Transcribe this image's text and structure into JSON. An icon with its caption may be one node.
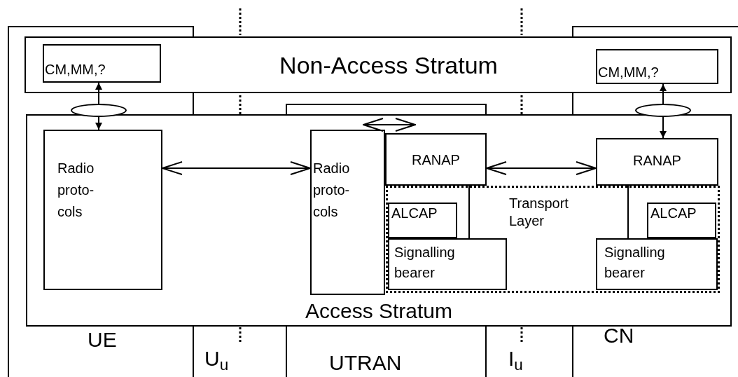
{
  "diagram": {
    "nodes": [
      {
        "text": [
          "Non-Access Stratum"
        ]
      },
      {
        "text": [
          "CM,MM,?"
        ],
        "in": 0
      },
      {
        "text": [
          "CM,MM,?"
        ],
        "in": 0
      },
      {
        "text": [
          "Access Stratum"
        ]
      },
      {
        "text": [],
        "shape": "ellipse"
      },
      {
        "text": [],
        "shape": "ellipse"
      },
      {
        "text": [
          "Radio proto- cols"
        ],
        "in": 3
      },
      {
        "text": [
          "Radio proto- cols"
        ],
        "in": 3
      },
      {
        "text": [
          "RANAP"
        ],
        "in": 3
      },
      {
        "text": [
          "RANAP"
        ],
        "in": 3
      },
      {
        "text": [
          "Transport Layer"
        ],
        "in": 3
      },
      {
        "text": [
          "ALCAP"
        ],
        "in": 10
      },
      {
        "text": [
          "Signalling bearer"
        ],
        "in": 10
      },
      {
        "text": [
          "ALCAP"
        ],
        "in": 10
      },
      {
        "text": [
          "Signalling bearer"
        ],
        "in": 10
      }
    ],
    "edges": [
      {
        "from": 4,
        "to": 1,
        "arrow": "to"
      },
      {
        "from": 4,
        "to": 6,
        "arrow": "to"
      },
      {
        "from": 5,
        "to": 2,
        "arrow": "to"
      },
      {
        "from": 5,
        "to": 9,
        "arrow": "to"
      },
      {
        "from": 6,
        "to": 7,
        "arrow": "both"
      },
      {
        "from": 8,
        "to": 9,
        "arrow": "both"
      },
      {
        "from": 7,
        "to": 8,
        "arrow": "both"
      },
      {
        "from": 8,
        "to": 12,
        "arrow": "none"
      },
      {
        "from": 9,
        "to": 14,
        "arrow": "none"
      }
    ],
    "labels": [
      "UE",
      "U$_{u}$",
      "UTRAN",
      "I$_{u}$",
      "CN"
    ]
  }
}
